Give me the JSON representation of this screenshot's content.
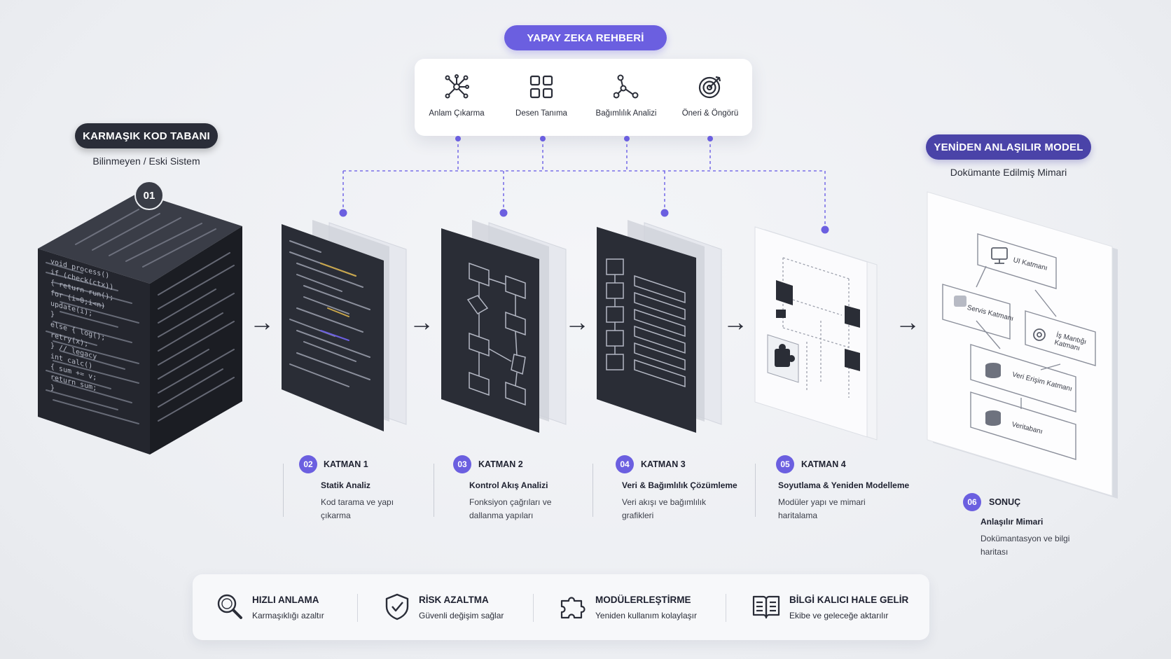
{
  "ai_guide": {
    "title": "YAPAY ZEKA REHBERİ",
    "items": [
      {
        "label": "Anlam Çıkarma",
        "icon": "network-icon"
      },
      {
        "label": "Desen Tanıma",
        "icon": "grid-icon"
      },
      {
        "label": "Bağımlılık Analizi",
        "icon": "nodes-icon"
      },
      {
        "label": "Öneri & Öngörü",
        "icon": "target-icon"
      }
    ]
  },
  "source": {
    "title": "KARMAŞIK KOD TABANI",
    "subtitle": "Bilinmeyen / Eski Sistem",
    "number": "01",
    "code_lines": [
      "void process()",
      "if (check(ctx))",
      "{ return run();",
      "  for (i=0;i<n)",
      "   update(i);",
      "  }",
      "else { log();",
      "  retry(x);",
      "} // legacy",
      "int calc()",
      "  { sum += v;",
      "  return sum;",
      "}"
    ]
  },
  "layers": [
    {
      "number": "02",
      "title": "KATMAN 1",
      "name": "Statik Analiz",
      "desc": [
        "Kod tarama ve yapı",
        "çıkarma"
      ]
    },
    {
      "number": "03",
      "title": "KATMAN 2",
      "name": "Kontrol Akış Analizi",
      "desc": [
        "Fonksiyon çağrıları ve",
        "dallanma yapıları"
      ]
    },
    {
      "number": "04",
      "title": "KATMAN 3",
      "name": "Veri & Bağımlılık Çözümleme",
      "desc": [
        "Veri akışı ve bağımlılık",
        "grafikleri"
      ]
    },
    {
      "number": "05",
      "title": "KATMAN 4",
      "name": "Soyutlama & Yeniden Modelleme",
      "desc": [
        "Modüler yapı ve mimari",
        "haritalama"
      ]
    }
  ],
  "result": {
    "title": "YENİDEN ANLAŞILIR MODEL",
    "subtitle": "Dokümante Edilmiş Mimari",
    "number": "06",
    "label": "SONUÇ",
    "name": "Anlaşılır Mimari",
    "desc": [
      "Dokümantasyon ve bilgi",
      "haritası"
    ],
    "blocks": [
      "UI Katmanı",
      "Servis Katmanı",
      "İş Mantığı Katmanı",
      "Veri Erişim Katmanı",
      "Veritabanı"
    ]
  },
  "benefits": [
    {
      "title": "HIZLI ANLAMA",
      "desc": "Karmaşıklığı azaltır",
      "icon": "magnifier-icon"
    },
    {
      "title": "RİSK AZALTMA",
      "desc": "Güvenli değişim sağlar",
      "icon": "shield-check-icon"
    },
    {
      "title": "MODÜLERLEŞTİRME",
      "desc": "Yeniden kullanım kolaylaşır",
      "icon": "puzzle-icon"
    },
    {
      "title": "BİLGİ KALICI HALE GELİR",
      "desc": "Ekibe ve geleceğe aktarılır",
      "icon": "book-icon"
    }
  ],
  "colors": {
    "accent": "#6b5fe0",
    "dark": "#2a2d38",
    "indigo": "#4a43a8"
  }
}
